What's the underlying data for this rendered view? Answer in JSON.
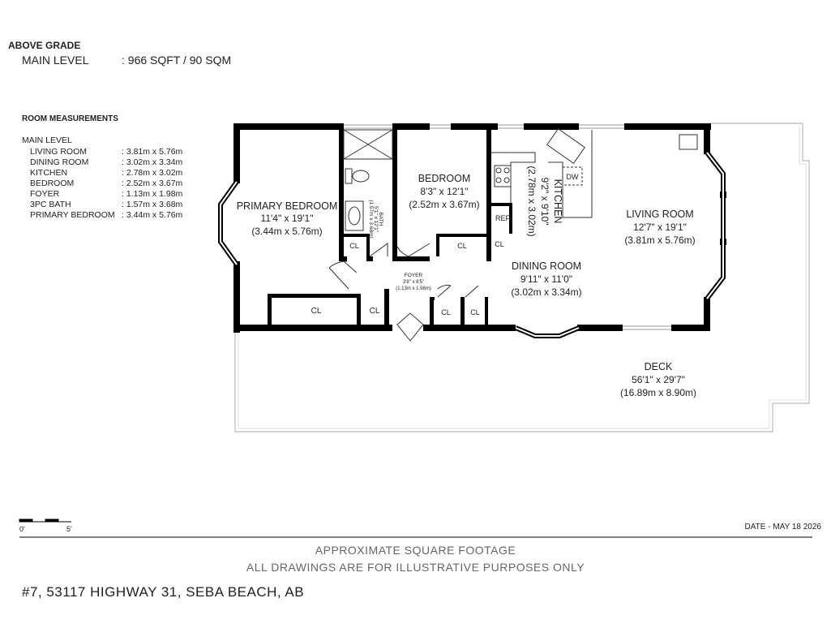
{
  "header": {
    "title": "ABOVE GRADE",
    "level_label": "MAIN LEVEL",
    "level_area": ": 966 SQFT / 90 SQM"
  },
  "room_measurements": {
    "title": "ROOM MEASUREMENTS",
    "level": "MAIN LEVEL",
    "rows": [
      {
        "name": "LIVING ROOM",
        "value": ": 3.81m x 5.76m"
      },
      {
        "name": "DINING ROOM",
        "value": ": 3.02m x 3.34m"
      },
      {
        "name": "KITCHEN",
        "value": ": 2.78m x 3.02m"
      },
      {
        "name": "BEDROOM",
        "value": ": 2.52m x 3.67m"
      },
      {
        "name": "FOYER",
        "value": ": 1.13m x 1.98m"
      },
      {
        "name": "3PC BATH",
        "value": ": 1.57m x 3.68m"
      },
      {
        "name": "PRIMARY BEDROOM",
        "value": ": 3.44m x 5.76m"
      }
    ]
  },
  "plan": {
    "primary_bedroom": {
      "name": "PRIMARY BEDROOM",
      "imperial": "11'4\" x 19'1\"",
      "metric": "(3.44m x 5.76m)"
    },
    "bedroom": {
      "name": "BEDROOM",
      "imperial": "8'3\" x 12'1\"",
      "metric": "(2.52m x 3.67m)"
    },
    "kitchen": {
      "name": "KITCHEN",
      "imperial": "9'2\" x 9'10\"",
      "metric": "(2.78m x 3.02m)"
    },
    "living_room": {
      "name": "LIVING ROOM",
      "imperial": "12'7\" x 19'1\"",
      "metric": "(3.81m x 5.76m)"
    },
    "dining_room": {
      "name": "DINING ROOM",
      "imperial": "9'11\" x 11'0\"",
      "metric": "(3.02m x 3.34m)"
    },
    "foyer": {
      "name": "FOYER",
      "imperial": "3'8\" x 8'5\"",
      "metric": "(1.13m x 1.98m)"
    },
    "bath": {
      "name": "BATH",
      "imperial": "5'1\" x 12'1\"",
      "metric": "(1.57m x 3.68m)"
    },
    "deck": {
      "name": "DECK",
      "imperial": "56'1\" x 29'7\"",
      "metric": "(16.89m x 8.90m)"
    },
    "closet_label": "CL",
    "ref_label": "REF",
    "dw_label": "DW"
  },
  "scale": {
    "start": "0'",
    "end": "5'"
  },
  "date": "DATE - MAY 18 2026",
  "footer": {
    "line1": "APPROXIMATE SQUARE FOOTAGE",
    "line2": "ALL DRAWINGS ARE FOR ILLUSTRATIVE PURPOSES ONLY"
  },
  "address": "#7, 53117 HIGHWAY 31, SEBA BEACH, AB"
}
